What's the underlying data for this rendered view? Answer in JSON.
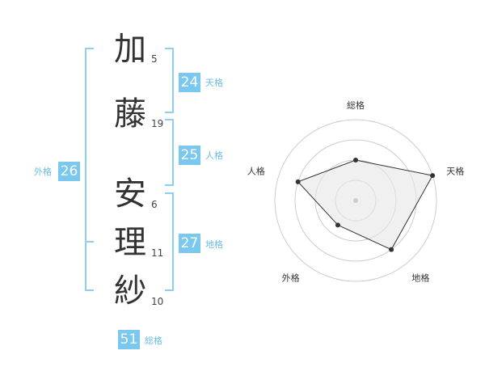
{
  "name": {
    "characters": [
      {
        "char": "加",
        "strokes": "5"
      },
      {
        "char": "藤",
        "strokes": "19"
      },
      {
        "char": "安",
        "strokes": "6"
      },
      {
        "char": "理",
        "strokes": "11"
      },
      {
        "char": "紗",
        "strokes": "10"
      }
    ]
  },
  "fortunes": {
    "tenkaku": {
      "value": "24",
      "label": "天格"
    },
    "jinkaku": {
      "value": "25",
      "label": "人格"
    },
    "chikaku": {
      "value": "27",
      "label": "地格"
    },
    "gaikaku": {
      "value": "26",
      "label": "外格"
    },
    "soukaku": {
      "value": "51",
      "label": "総格"
    }
  },
  "colors": {
    "accent": "#7ac7f0",
    "label": "#6cbde8",
    "bracket": "#8fd0f2",
    "text": "#333333"
  },
  "radar": {
    "axes": [
      "総格",
      "天格",
      "地格",
      "外格",
      "人格"
    ],
    "levels": 4,
    "max": 4,
    "values": [
      2,
      4,
      3,
      1.5,
      3
    ]
  }
}
